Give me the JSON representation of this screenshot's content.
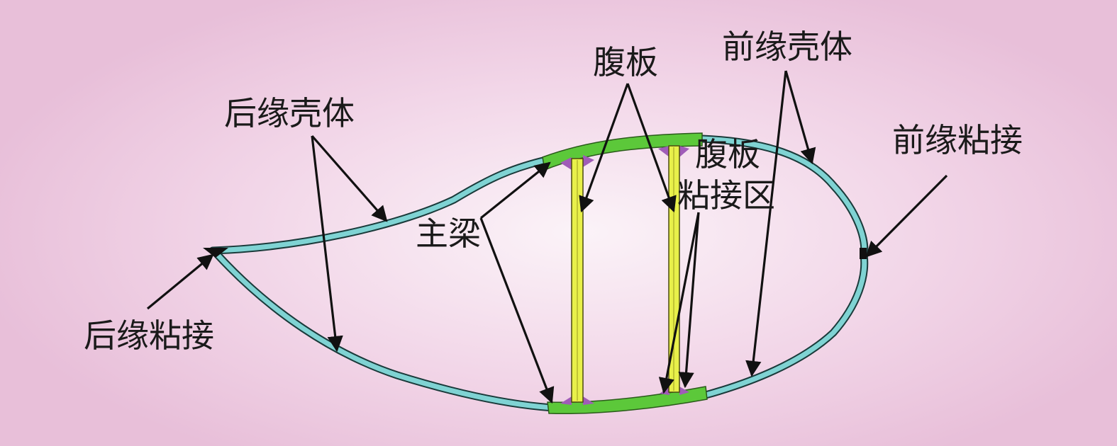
{
  "labels": {
    "trailing_shell": "后缘壳体",
    "web_top": "腹板",
    "leading_shell": "前缘壳体",
    "leading_bond": "前缘粘接",
    "web_bond_line1": "腹板",
    "web_bond_line2": "粘接区",
    "spar_cap": "主梁",
    "trailing_bond": "后缘粘接"
  },
  "colors": {
    "background": "#f2d6e8",
    "shell": "#7fd3d3",
    "spar_cap": "#5cc83a",
    "web": "#e8f04a",
    "adhesive": "#a05cb8",
    "outline": "#1a3a3a",
    "arrow": "#111111"
  }
}
